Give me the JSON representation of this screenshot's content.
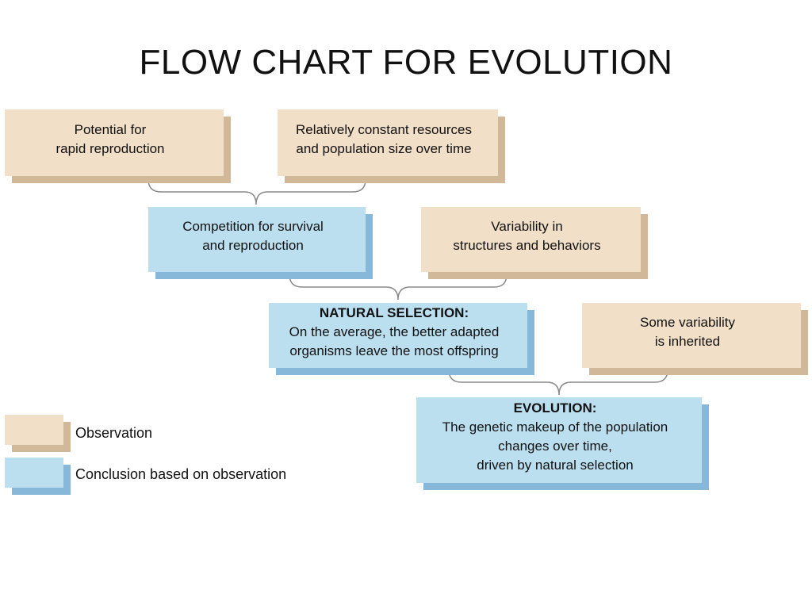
{
  "title": "FLOW CHART FOR EVOLUTION",
  "boxes": {
    "potential": {
      "lines": [
        "Potential for",
        "rapid reproduction"
      ]
    },
    "resources": {
      "lines": [
        "Relatively constant resources",
        "and population size over time"
      ]
    },
    "competition": {
      "lines": [
        "Competition for survival",
        "and reproduction"
      ]
    },
    "variability": {
      "lines": [
        "Variability in",
        "structures and behaviors"
      ]
    },
    "natural_selection": {
      "heading": "NATURAL SELECTION:",
      "lines": [
        "On the average, the better adapted",
        "organisms leave the most offspring"
      ]
    },
    "inherited": {
      "lines": [
        "Some variability",
        "is inherited"
      ]
    },
    "evolution": {
      "heading": "EVOLUTION:",
      "lines": [
        "The genetic makeup of the population",
        "changes over time,",
        "driven by natural selection"
      ]
    }
  },
  "legend": {
    "observation": "Observation",
    "conclusion": "Conclusion based on observation"
  },
  "colors": {
    "observation_fill": "#f1dfc8",
    "conclusion_fill": "#bcdff0",
    "connector": "#8a8a8a"
  }
}
